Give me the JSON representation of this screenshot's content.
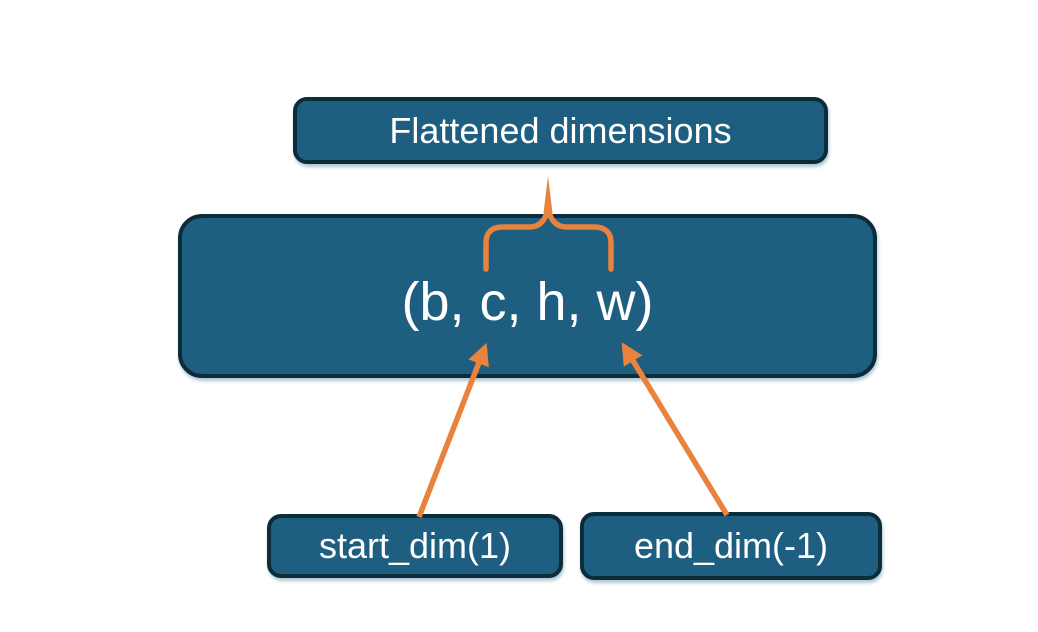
{
  "diagram": {
    "nodes": {
      "flattened": {
        "label": "Flattened dimensions"
      },
      "tensor": {
        "label": "(b, c, h, w)"
      },
      "start_dim": {
        "label": "start_dim(1)"
      },
      "end_dim": {
        "label": "end_dim(-1)"
      }
    },
    "connectors": [
      {
        "name": "flatten-brace",
        "from": "tensor dims c..w",
        "to": "flattened"
      },
      {
        "name": "start-dim-arrow",
        "from": "start_dim",
        "to": "tensor dim c"
      },
      {
        "name": "end-dim-arrow",
        "from": "end_dim",
        "to": "tensor dim w"
      }
    ],
    "colors": {
      "background": "#ffffff",
      "node_fill": "#1e5e80",
      "node_border": "#0d2c3a",
      "connector_orange": "#e8823c",
      "label_text": "#ffffff"
    }
  }
}
